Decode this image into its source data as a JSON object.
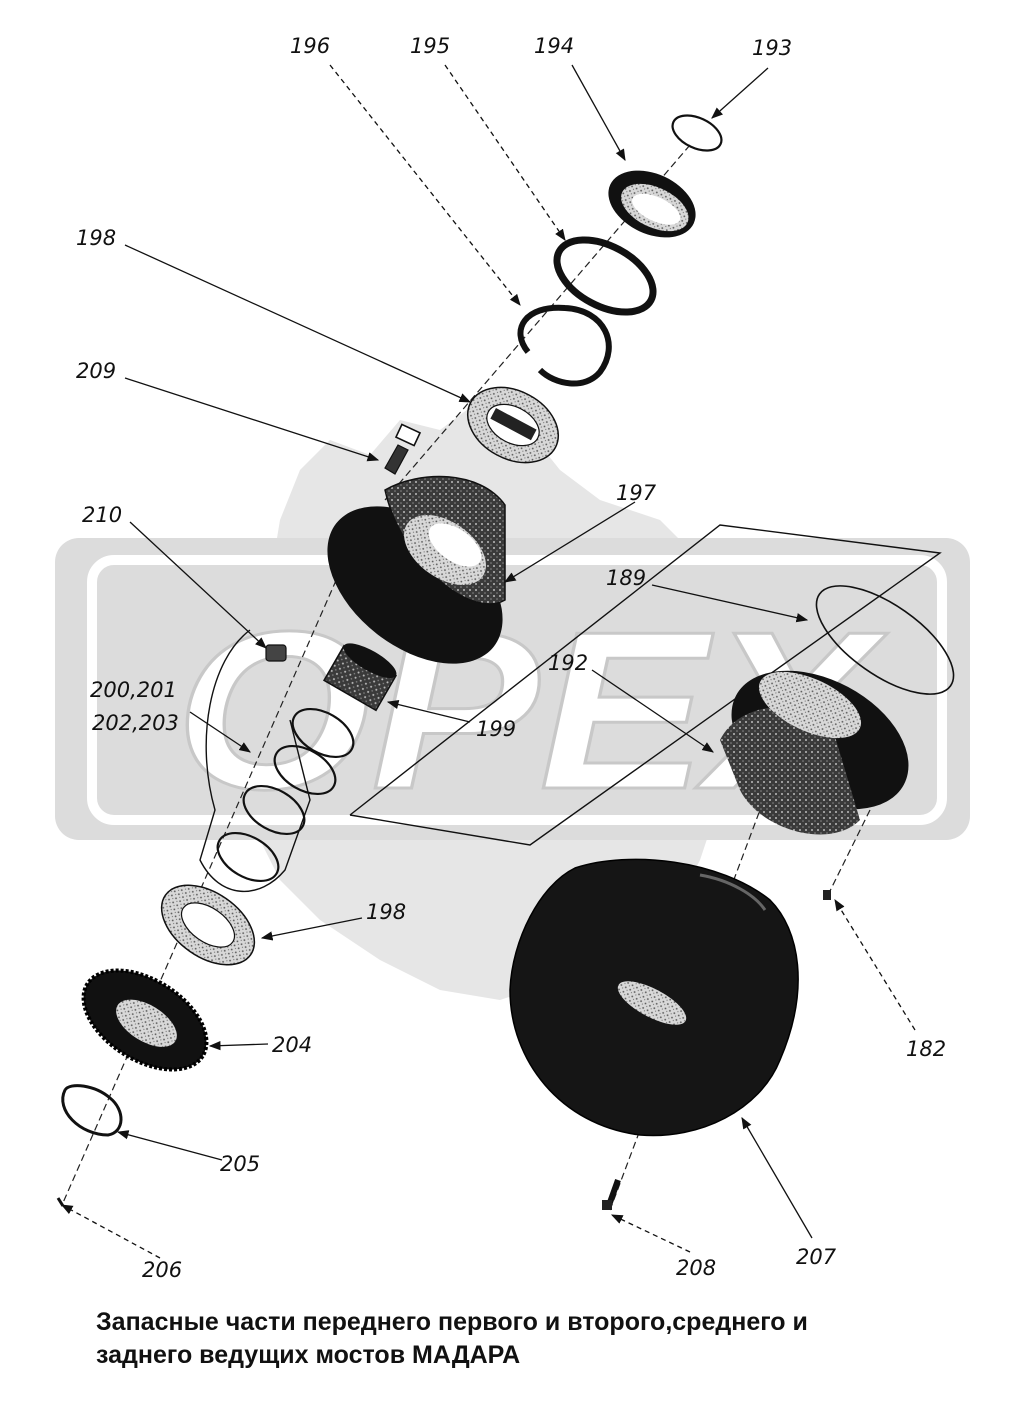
{
  "watermark": {
    "text": "OPEX"
  },
  "callouts": [
    {
      "id": "196",
      "text": "196"
    },
    {
      "id": "195",
      "text": "195"
    },
    {
      "id": "194",
      "text": "194"
    },
    {
      "id": "193",
      "text": "193"
    },
    {
      "id": "198a",
      "text": "198"
    },
    {
      "id": "209",
      "text": "209"
    },
    {
      "id": "197",
      "text": "197"
    },
    {
      "id": "210",
      "text": "210"
    },
    {
      "id": "189",
      "text": "189"
    },
    {
      "id": "192",
      "text": "192"
    },
    {
      "id": "200a",
      "text": "200,201"
    },
    {
      "id": "202a",
      "text": "202,203"
    },
    {
      "id": "199",
      "text": "199"
    },
    {
      "id": "198b",
      "text": "198"
    },
    {
      "id": "204",
      "text": "204"
    },
    {
      "id": "182",
      "text": "182"
    },
    {
      "id": "205",
      "text": "205"
    },
    {
      "id": "206",
      "text": "206"
    },
    {
      "id": "208",
      "text": "208"
    },
    {
      "id": "207",
      "text": "207"
    }
  ],
  "caption": {
    "line1": "Запасные части переднего первого и второго,среднего и",
    "line2": "заднего ведущих мостов МАДАРА"
  }
}
